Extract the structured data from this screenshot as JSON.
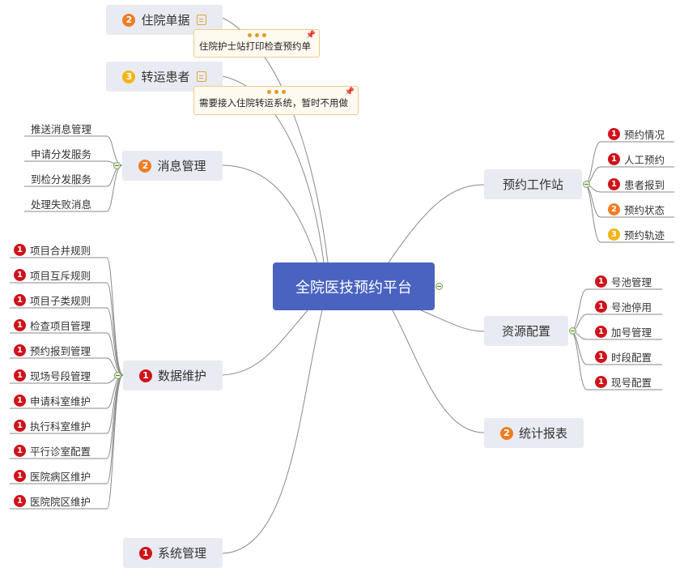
{
  "root": {
    "label": "全院医技预约平台"
  },
  "branches": {
    "hospital_forms": {
      "label": "住院单据",
      "priority": "2",
      "note": "住院护士站打印检查预约单"
    },
    "transfer_patient": {
      "label": "转运患者",
      "priority": "3",
      "note": "需要接入住院转运系统，暂时不用做"
    },
    "message_mgmt": {
      "label": "消息管理",
      "priority": "2",
      "items": [
        {
          "label": "推送消息管理"
        },
        {
          "label": "申请分发服务"
        },
        {
          "label": "到检分发服务"
        },
        {
          "label": "处理失败消息"
        }
      ]
    },
    "data_maintenance": {
      "label": "数据维护",
      "priority": "1",
      "items": [
        {
          "label": "项目合并规则",
          "priority": "1"
        },
        {
          "label": "项目互斥规则",
          "priority": "1"
        },
        {
          "label": "项目子类规则",
          "priority": "1"
        },
        {
          "label": "检查项目管理",
          "priority": "1"
        },
        {
          "label": "预约报到管理",
          "priority": "1"
        },
        {
          "label": "现场号段管理",
          "priority": "1"
        },
        {
          "label": "申请科室维护",
          "priority": "1"
        },
        {
          "label": "执行科室维护",
          "priority": "1"
        },
        {
          "label": "平行诊室配置",
          "priority": "1"
        },
        {
          "label": "医院病区维护",
          "priority": "1"
        },
        {
          "label": "医院院区维护",
          "priority": "1"
        }
      ]
    },
    "system_mgmt": {
      "label": "系统管理",
      "priority": "1"
    },
    "workstation": {
      "label": "预约工作站",
      "items": [
        {
          "label": "预约情况",
          "priority": "1"
        },
        {
          "label": "人工预约",
          "priority": "1"
        },
        {
          "label": "患者报到",
          "priority": "1"
        },
        {
          "label": "预约状态",
          "priority": "2"
        },
        {
          "label": "预约轨迹",
          "priority": "3"
        }
      ]
    },
    "resource_config": {
      "label": "资源配置",
      "items": [
        {
          "label": "号池管理",
          "priority": "1"
        },
        {
          "label": "号池停用",
          "priority": "1"
        },
        {
          "label": "加号管理",
          "priority": "1"
        },
        {
          "label": "时段配置",
          "priority": "1"
        },
        {
          "label": "现号配置",
          "priority": "1"
        }
      ]
    },
    "statistics": {
      "label": "统计报表",
      "priority": "2"
    }
  },
  "colors": {
    "root_fill": "#4a63c0",
    "topic_fill": "#e9ebf3",
    "priority_1": "#d0121b",
    "priority_2": "#ef7d22",
    "priority_3": "#f5b416",
    "connector": "#888888",
    "note_border": "#f2c98d"
  }
}
